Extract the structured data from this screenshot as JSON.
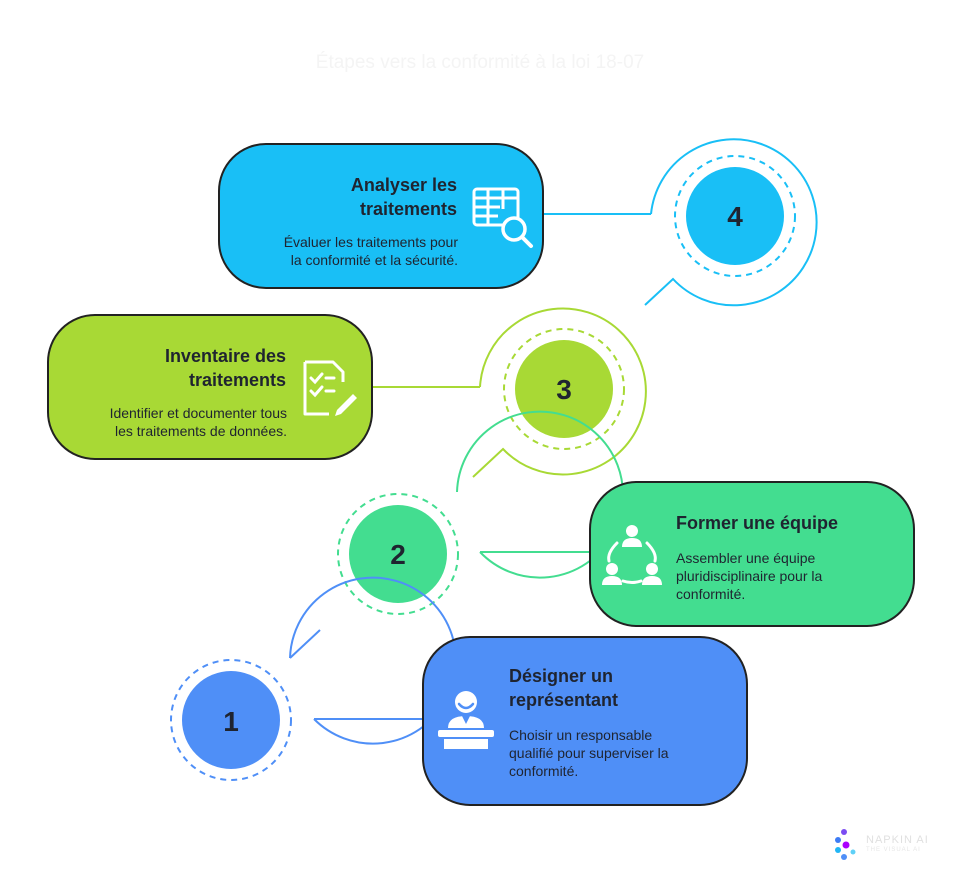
{
  "title": "Étapes vers la conformité à la loi 18-07",
  "colors": {
    "step1": "#4f8ff7",
    "step2": "#43dd90",
    "step3": "#a8d935",
    "step4": "#19bff6",
    "text": "#1f2430"
  },
  "steps": [
    {
      "number": "1",
      "title_line1": "Désigner un",
      "title_line2": "représentant",
      "desc_line1": "Choisir un responsable",
      "desc_line2": "qualifié pour superviser la",
      "desc_line3": "conformité.",
      "icon": "representative-at-desk-icon"
    },
    {
      "number": "2",
      "title_line1": "Former une équipe",
      "desc_line1": "Assembler une équipe",
      "desc_line2": "pluridisciplinaire pour la",
      "desc_line3": "conformité.",
      "icon": "team-cycle-icon"
    },
    {
      "number": "3",
      "title_line1": "Inventaire des",
      "title_line2": "traitements",
      "desc_line1": "Identifier et documenter tous",
      "desc_line2": "les traitements de données.",
      "icon": "checklist-pen-icon"
    },
    {
      "number": "4",
      "title_line1": "Analyser les",
      "title_line2": "traitements",
      "desc_line1": "Évaluer les traitements pour",
      "desc_line2": "la conformité et la sécurité.",
      "icon": "table-search-icon"
    }
  ],
  "logo": {
    "name": "NAPKIN AI",
    "sub": "THE VISUAL AI"
  }
}
